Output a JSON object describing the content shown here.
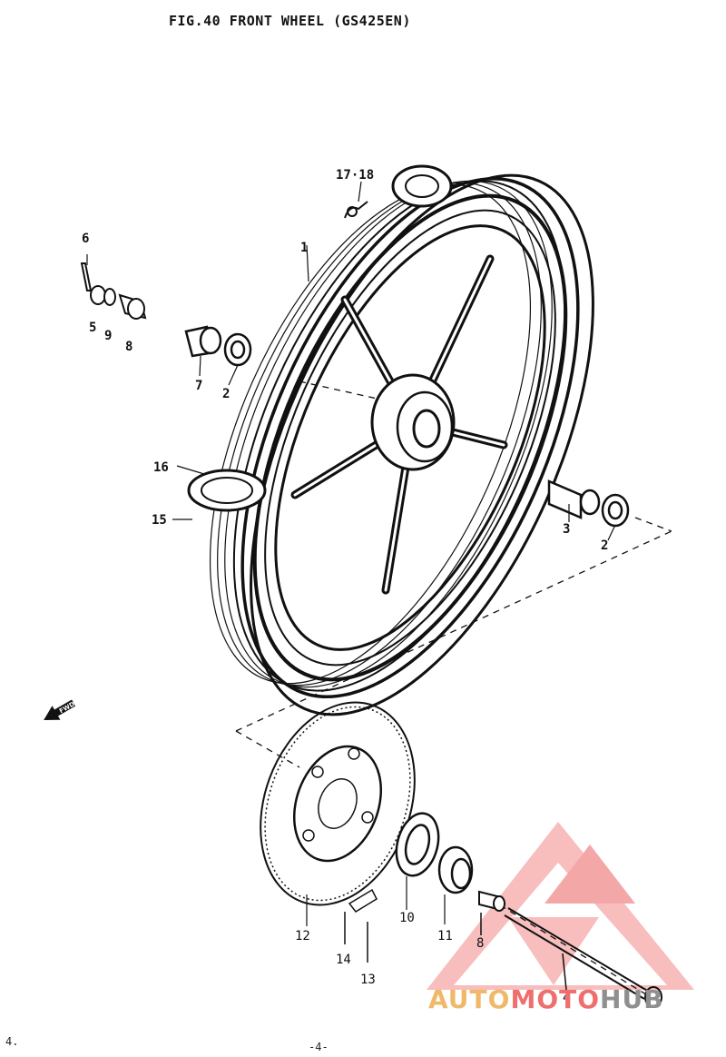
{
  "title": "FIG.40  FRONT WHEEL (GS425EN)",
  "labels": {
    "l1": "1",
    "l2a": "2",
    "l2b": "2",
    "l3": "3",
    "l4": "4",
    "l5": "5",
    "l6": "6",
    "l7": "7",
    "l8a": "8",
    "l8b": "8",
    "l9": "9",
    "l10": "10",
    "l11": "11",
    "l12": "12",
    "l13": "13",
    "l14": "14",
    "l15": "15",
    "l16": "16",
    "l1718": "17·18"
  },
  "page_number": "-4-",
  "corner_mark": "4.",
  "fwd_arrow": "FWD",
  "watermark": {
    "part1": "AUTO",
    "part2": "MOTO",
    "part3": "HUB",
    "colors": [
      "#f0b96a",
      "#ef6f6f",
      "#8f8f8f"
    ]
  }
}
